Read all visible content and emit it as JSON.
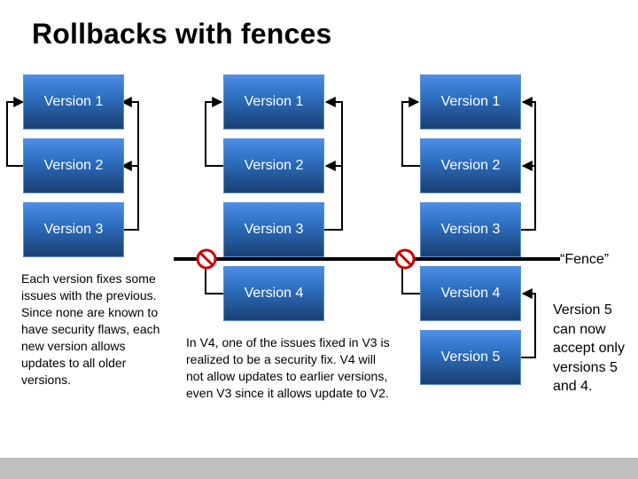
{
  "title": "Rollbacks with fences",
  "columns": [
    {
      "versions": [
        "Version 1",
        "Version 2",
        "Version 3"
      ]
    },
    {
      "versions": [
        "Version 1",
        "Version 2",
        "Version 3",
        "Version 4"
      ]
    },
    {
      "versions": [
        "Version 1",
        "Version 2",
        "Version 3",
        "Version 4",
        "Version 5"
      ]
    }
  ],
  "fence_label": "“Fence”",
  "notes": {
    "left": "Each version fixes some issues with the previous. Since none are known to have security flaws, each new version allows updates to all older versions.",
    "middle": "In V4, one of the issues fixed in V3 is realized to be a security fix.  V4 will not allow updates to earlier versions, even V3 since it allows update to V2.",
    "right": "Version 5 can now accept only versions 5 and 4."
  },
  "colors": {
    "box_top": "#4d8ee8",
    "box_bottom": "#1a3f72",
    "fence": "#000000",
    "no_sign": "#cc0000"
  },
  "icons": [
    "no-entry-icon"
  ]
}
